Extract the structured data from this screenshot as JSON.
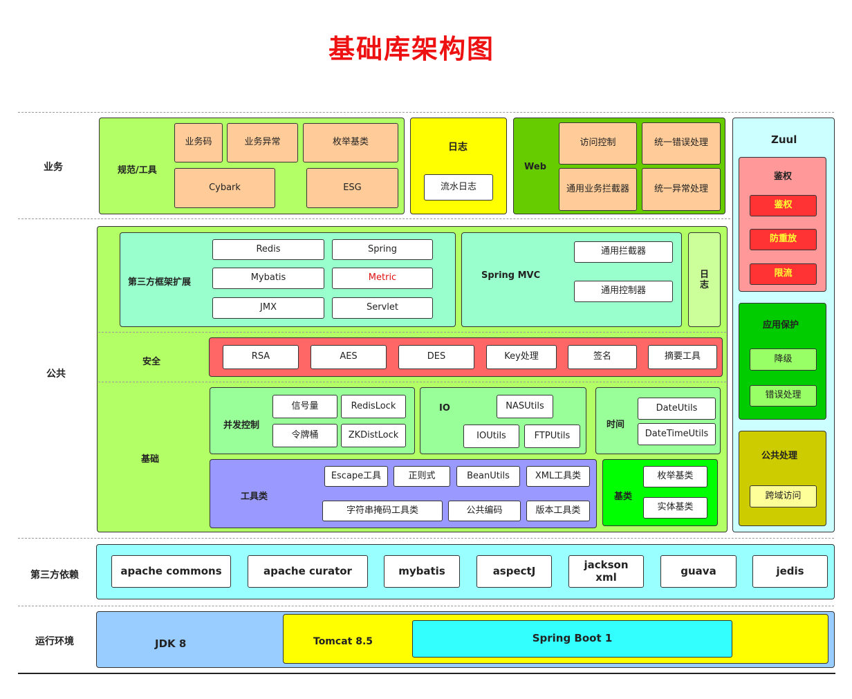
{
  "title": "基础库架构图",
  "rows": {
    "business": "业务",
    "common": "公共",
    "third_party": "第三方依赖",
    "runtime": "运行环境"
  },
  "business": {
    "spec_tools": {
      "label": "规范/工具",
      "items": [
        "业务码",
        "业务异常",
        "枚举基类",
        "Cybark",
        "ESG"
      ]
    },
    "log": {
      "label": "日志",
      "item": "流水日志"
    },
    "web": {
      "label": "Web",
      "items": [
        "访问控制",
        "统一错误处理",
        "通用业务拦截器",
        "统一异常处理"
      ]
    }
  },
  "zuul": {
    "label": "Zuul",
    "auth": {
      "label": "鉴权",
      "items": [
        "鉴权",
        "防重放",
        "限流"
      ]
    },
    "protect": {
      "label": "应用保护",
      "items": [
        "降级",
        "错误处理"
      ]
    },
    "common_proc": {
      "label": "公共处理",
      "item": "跨域访问"
    }
  },
  "common": {
    "framework_ext": {
      "label": "第三方框架扩展",
      "items": [
        "Redis",
        "Spring",
        "Mybatis",
        "Metric",
        "JMX",
        "Servlet"
      ]
    },
    "spring_mvc": {
      "label": "Spring MVC",
      "items": [
        "通用拦截器",
        "通用控制器"
      ]
    },
    "log_side": "日志",
    "security": {
      "label": "安全",
      "items": [
        "RSA",
        "AES",
        "DES",
        "Key处理",
        "签名",
        "摘要工具"
      ]
    },
    "basic": {
      "label": "基础",
      "concurrency": {
        "label": "并发控制",
        "items": [
          "信号量",
          "RedisLock",
          "令牌桶",
          "ZKDistLock"
        ]
      },
      "io": {
        "label": "IO",
        "items": [
          "NASUtils",
          "IOUtils",
          "FTPUtils"
        ]
      },
      "time": {
        "label": "时间",
        "items": [
          "DateUtils",
          "DateTimeUtils"
        ]
      },
      "tools": {
        "label": "工具类",
        "items": [
          "Escape工具",
          "正则式",
          "BeanUtils",
          "XML工具类",
          "字符串掩码工具类",
          "公共编码",
          "版本工具类"
        ]
      },
      "base": {
        "label": "基类",
        "items": [
          "枚举基类",
          "实体基类"
        ]
      }
    }
  },
  "third_party": [
    "apache commons",
    "apache curator",
    "mybatis",
    "aspectJ",
    "jackson xml",
    "guava",
    "jedis"
  ],
  "runtime": {
    "jdk": "JDK 8",
    "tomcat": "Tomcat 8.5",
    "spring_boot": "Spring Boot 1"
  },
  "colors": {
    "title": "#ee1111",
    "business_green": "#b3ff66",
    "log_yellow": "#ffff00",
    "web_green": "#66cc00",
    "orange": "#ffcc99",
    "zuul_cyan": "#ccffff",
    "auth_pink": "#ff9999",
    "auth_red": "#ff3333",
    "protect_green": "#00cc00",
    "common_olive": "#cccc00",
    "framework_mint": "#99ffcc",
    "security_red": "#ff6666",
    "concurrency_green": "#99ff99",
    "tools_purple": "#9999ff",
    "base_green": "#00ff00",
    "third_party_cyan": "#99ffff",
    "runtime_blue": "#99ccff",
    "spring_boot_cyan": "#33ffff",
    "metric_red": "#dd1111"
  }
}
